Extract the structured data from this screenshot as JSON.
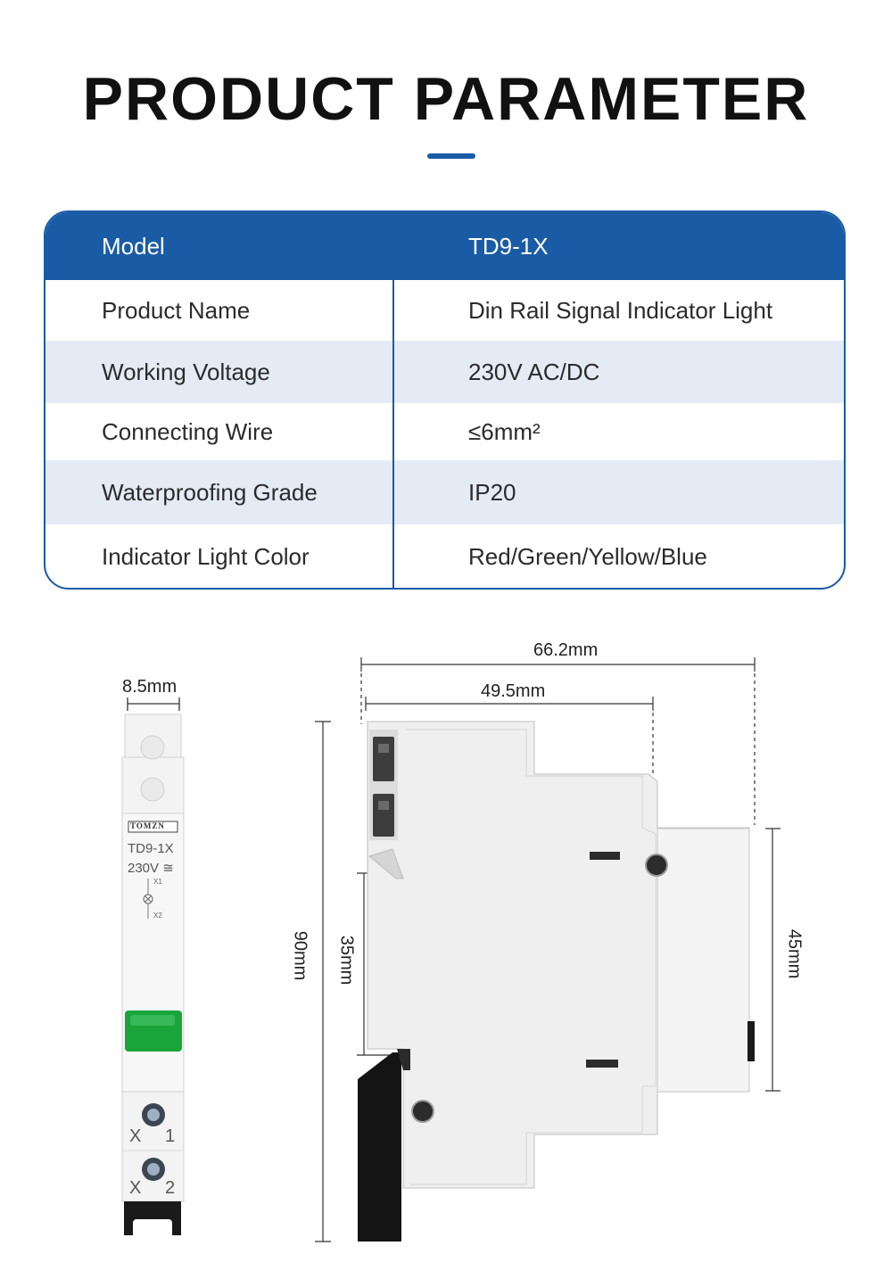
{
  "title": "PRODUCT PARAMETER",
  "table": {
    "rows": [
      {
        "label": "Model",
        "value": "TD9-1X"
      },
      {
        "label": "Product Name",
        "value": "Din Rail Signal Indicator Light"
      },
      {
        "label": "Working Voltage",
        "value": "230V AC/DC"
      },
      {
        "label": "Connecting Wire",
        "value": "≤6mm²"
      },
      {
        "label": "Waterproofing Grade",
        "value": "IP20"
      },
      {
        "label": "Indicator Light Color",
        "value": "Red/Green/Yellow/Blue"
      }
    ]
  },
  "front": {
    "brand": "TOMZN",
    "model": "TD9-1X",
    "voltage": "230V ≅",
    "x1_small": "X1",
    "x2_small": "X2",
    "terminal1_x": "X",
    "terminal1_n": "1",
    "terminal2_x": "X",
    "terminal2_n": "2"
  },
  "dimensions": {
    "width": "8.5mm",
    "depth": "66.2mm",
    "depth_inner": "49.5mm",
    "height": "90mm",
    "rail": "35mm",
    "front_height": "45mm"
  },
  "colors": {
    "accent": "#1a5ba6",
    "alt_row": "#e4ebf5",
    "indicator": "#1aa53a"
  }
}
